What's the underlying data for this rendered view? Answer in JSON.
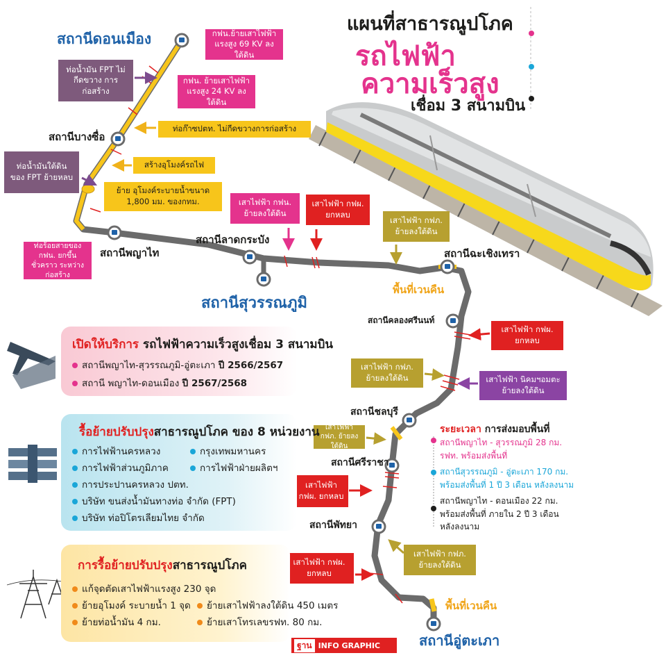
{
  "title": {
    "line1": "แผนที่สาธารณูปโภค",
    "line2": "รถไฟฟ้า",
    "line3": "ความเร็วสูง",
    "line4": "เชื่อม 3 สนามบิน"
  },
  "colors": {
    "pink": "#e4338d",
    "blue": "#1f62a8",
    "yellow": "#f7c51b",
    "red": "#e02121",
    "olive": "#b7a030",
    "purple": "#7c4c8e",
    "track": "#6b6b6b"
  },
  "stations": {
    "don_mueang": "สถานีดอนเมือง",
    "bang_sue": "สถานีบางซื่อ",
    "phaya_thai": "สถานีพญาไท",
    "lat_krabang": "สถานีลาดกระบัง",
    "suvarnabhumi": "สถานีสุวรรณภูมิ",
    "chachoengsao": "สถานีฉะเชิงเทรา",
    "khlong_si_nuan": "สถานีคลองศรีนนท์",
    "chonburi": "สถานีชลบุรี",
    "sriracha": "สถานีศรีราชา",
    "pattaya": "สถานีพัทยา",
    "u_tapao": "สถานีอู่ตะเภา"
  },
  "available_area_1": "พื้นที่เวนคืน",
  "available_area_2": "พื้นที่เวนคืน",
  "callouts": {
    "c1": "กฟน.ย้ายเสาไฟฟ้าแรงสูง 69 KV ลงใต้ดิน",
    "c2": "ท่อน้ำมัน FPT ไม่กีดขวาง การก่อสร้าง",
    "c3": "กฟน. ย้ายเสาไฟฟ้าแรงสูง 24 KV ลงใต้ดิน",
    "c4": "ท่อก๊าซปตท. ไม่กีดขวางการก่อสร้าง",
    "c5": "ท่อน้ำมันใต้ดิน ของ FPT ย้ายหลบ",
    "c6": "สร้างอุโมงค์รถไฟ",
    "c7": "ย้าย อุโมงค์ระบายน้ำขนาด 1,800 มม. ของกทม.",
    "c8": "เสาไฟฟ้า กฟน. ย้ายลงใต้ดิน",
    "c9": "เสาไฟฟ้า กฟผ. ยกหลบ",
    "c10": "เสาไฟฟ้า กฟภ. ย้ายลงใต้ดิน",
    "c11": "ท่อร้อยสายของ กฟน. ยกขึ้นชั่วคราว ระหว่างก่อสร้าง",
    "c12": "เสาไฟฟ้า กฟผ. ยกหลบ",
    "c13": "เสาไฟฟ้า กฟภ. ย้ายลงใต้ดิน",
    "c14": "เสาไฟฟ้า นิคมฯอมตะ ย้ายลงใต้ดิน",
    "c15": "เสาไฟฟ้า กฟภ. ย้ายลงใต้ดิน",
    "c16": "เสาไฟฟ้า กฟผ. ยกหลบ",
    "c17": "เสาไฟฟ้า กฟผ. ยกหลบ",
    "c18": "เสาไฟฟ้า กฟภ. ย้ายลงใต้ดิน"
  },
  "panel1": {
    "title_red": "เปิดให้บริการ",
    "title_black": "รถไฟฟ้าความเร็วสูงเชื่อม 3 สนามบิน",
    "item1": "สถานีพญาไท-สุวรรณภูมิ-อู่ตะเภา",
    "item1_year": "ปี 2566/2567",
    "item2": "สถานี พญาไท-ดอนเมือง",
    "item2_year": "ปี 2567/2568"
  },
  "panel2": {
    "title_red": "รื้อย้ายปรับปรุง",
    "title_black": "สาธารณูปโภค ของ 8 หน่วยงาน",
    "items": [
      "การไฟฟ้านครหลวง",
      "กรุงเทพมหานคร",
      "การไฟฟ้าส่วนภูมิภาค",
      "การไฟฟ้าฝ่ายผลิตฯ",
      "การประปานครหลวง ปตท.",
      "บริษัท ขนส่งน้ำมันทางท่อ จำกัด (FPT)",
      "บริษัท ท่อปิโตรเลียมไทย จำกัด"
    ]
  },
  "panel3": {
    "title_red": "การรื้อย้ายปรับปรุง",
    "title_black": "สาธารณูปโภค",
    "items": [
      "แก้จุดตัดเสาไฟฟ้าแรงสูง 230 จุด",
      "ย้ายอุโมงค์ ระบายน้ำ 1 จุด",
      "ย้ายเสาไฟฟ้าลงใต้ดิน 450 เมตร",
      "ย้ายท่อน้ำมัน 4 กม.",
      "ย้ายเสาโทรเลขรฟท. 80 กม."
    ]
  },
  "timeline": {
    "title_red": "ระยะเวลา",
    "title_black": "การส่งมอบพื้นที่",
    "i1a": "สถานีพญาไท - สุวรรณภูมิ 28 กม.",
    "i1b": "รฟท. พร้อมส่งพื้นที่",
    "i2a": "สถานีสุวรรณภูมิ - อู่ตะเภา 170 กม.",
    "i2b": "พร้อมส่งพื้นที่ 1 ปี 3 เดือน หลังลงนาม",
    "i3a": "สถานีพญาไท - ดอนเมือง 22 กม.",
    "i3b": "พร้อมส่งพื้นที่ ภายใน 2 ปี 3 เดือน",
    "i3c": "หลังลงนาม"
  },
  "logo": {
    "brand": "ฐาน",
    "label": "INFO GRAPHIC"
  }
}
